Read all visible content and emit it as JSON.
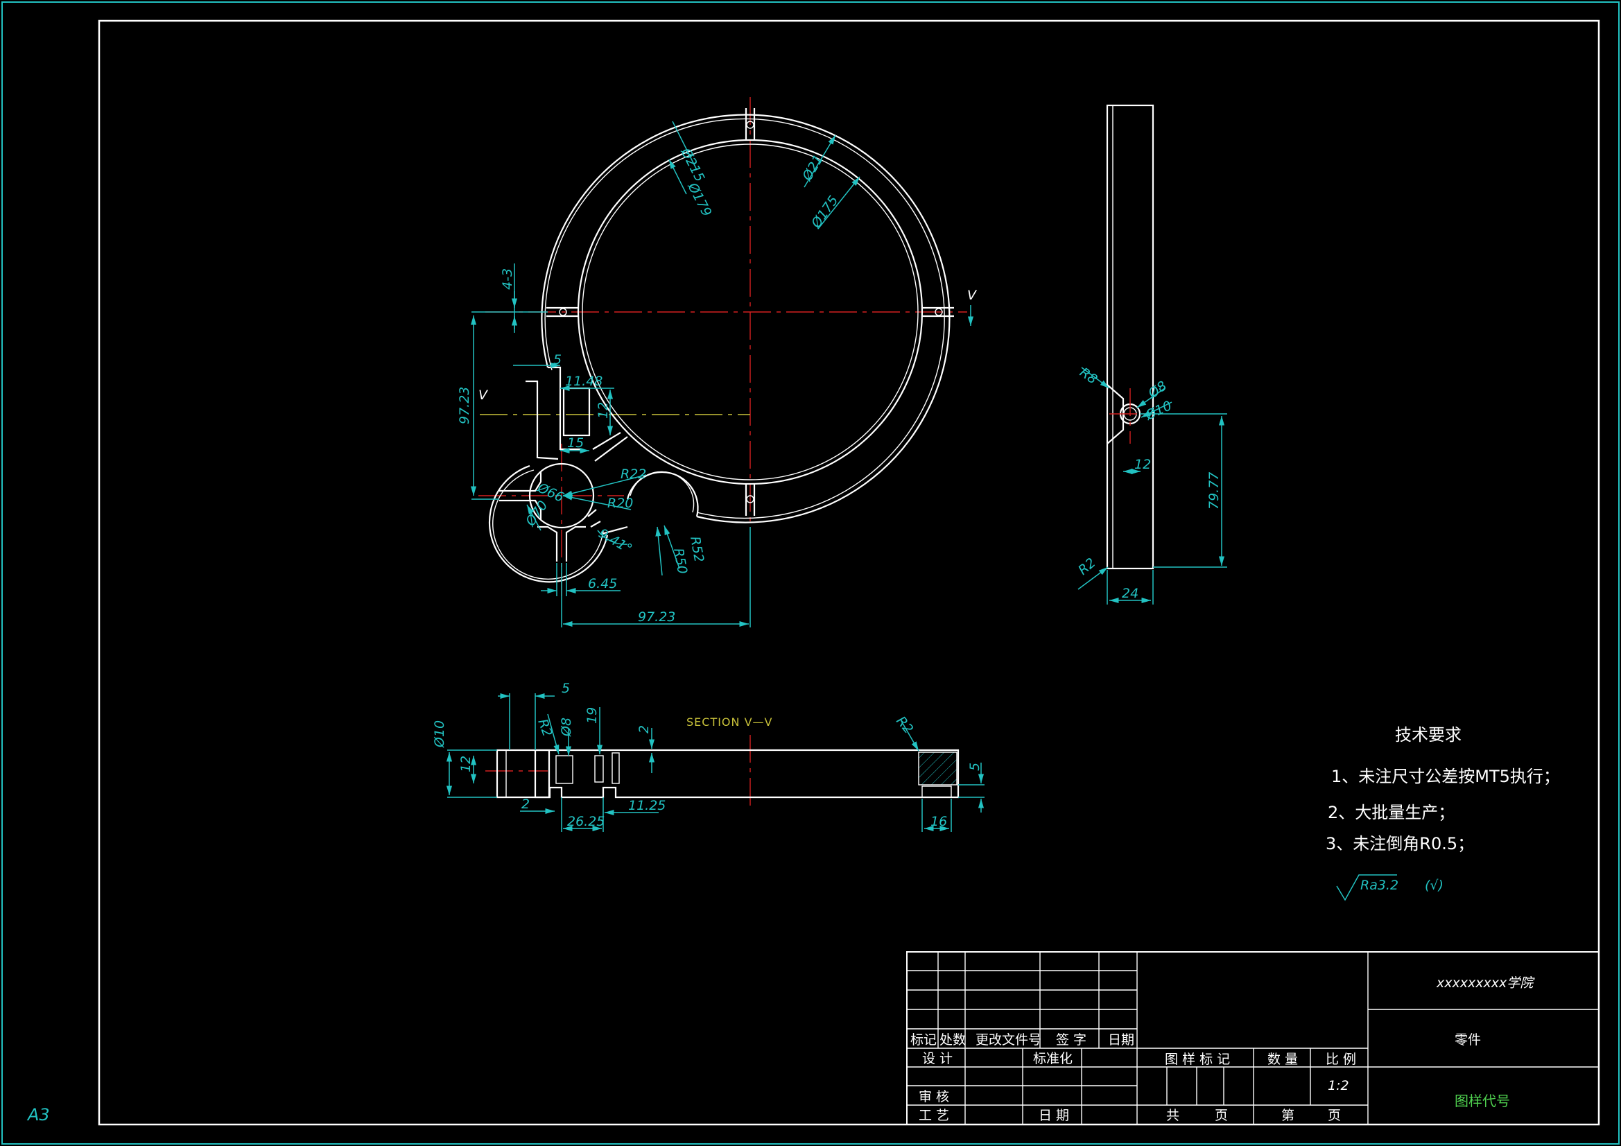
{
  "sheet": {
    "size": "A3",
    "section_label": "SECTION V—V",
    "view_marker": "V",
    "colors": {
      "background": "#000000",
      "outline": "#ffffff",
      "dimension": "#22c2c2",
      "centerline": "#d42020",
      "section": "#c9c23a",
      "drawing_no": "#4fd14f"
    }
  },
  "front_dims": {
    "d215": "Ø215",
    "d179": "Ø179",
    "d211": "Ø21",
    "d175": "Ø175",
    "n4_3": "4-3",
    "v9723": "97.23",
    "n5": "5",
    "n1148": "11.48",
    "n12": "12",
    "n15": "15",
    "d66": "Ø66",
    "d70": "Ø70",
    "r22": "R22",
    "r20": "R20",
    "r52": "R52",
    "r50": "R50",
    "ang": "9.41°",
    "n645": "6.45",
    "h9723": "97.23"
  },
  "side_dims": {
    "r8": "R8",
    "d8": "Ø8",
    "d10": "Ø10",
    "n12": "12",
    "n7977": "79.77",
    "r2": "R2",
    "n24": "24"
  },
  "section_dims": {
    "n5t": "5",
    "d10": "Ø10",
    "n12": "12",
    "r2a": "R2",
    "d8": "Ø8",
    "n19": "19",
    "n2r": "2",
    "n2b": "2",
    "n2625": "26.25",
    "n1125": "11.25",
    "r2b": "R2",
    "n5r": "5",
    "n16": "16"
  },
  "tech": {
    "title": "技术要求",
    "items": [
      "1、未注尺寸公差按MT5执行；",
      "2、大批量生产；",
      "3、未注倒角R0.5；"
    ],
    "roughness": "Ra3.2",
    "roughness_other": "(√)"
  },
  "title_block": {
    "school": "xxxxxxxxx学院",
    "part_name": "零件",
    "drawing_no": "图样代号",
    "rev_headers": [
      "标记",
      "处数",
      "更改文件号",
      "签 字",
      "日期"
    ],
    "design": "设 计",
    "standardize": "标准化",
    "review": "审 核",
    "process": "工 艺",
    "date": "日 期",
    "sample_mark": "图 样 标 记",
    "quantity": "数 量",
    "scale_label": "比 例",
    "scale": "1:2",
    "total_a": "共",
    "total_b": "页",
    "sheet_a": "第",
    "sheet_b": "页"
  }
}
